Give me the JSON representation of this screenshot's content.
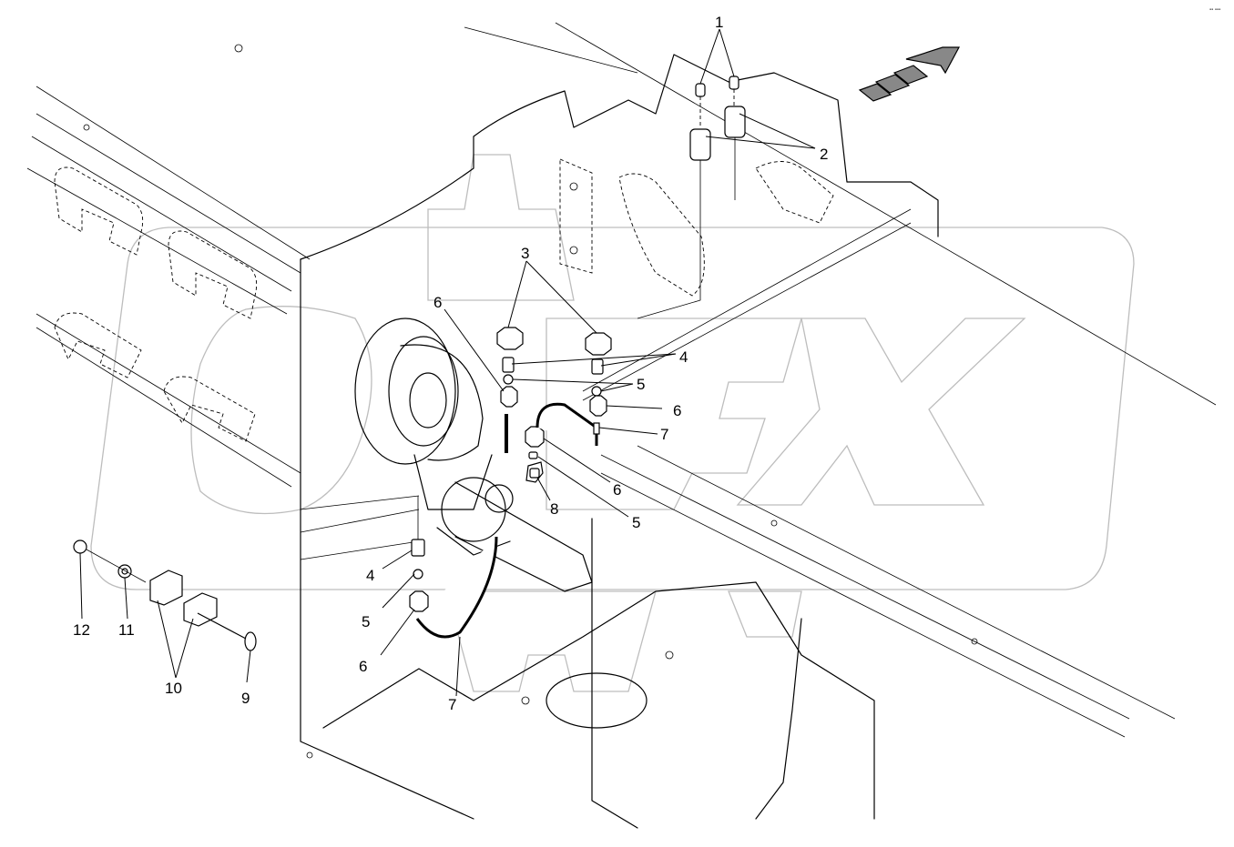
{
  "labels": {
    "l1": "1",
    "l2": "2",
    "l3": "3",
    "l4a": "4",
    "l4b": "4",
    "l5a": "5",
    "l5b": "5",
    "l5c": "5",
    "l6a": "6",
    "l6b": "6",
    "l6c": "6",
    "l6d": "6",
    "l7a": "7",
    "l7b": "7",
    "l8": "8",
    "l9": "9",
    "l10": "10",
    "l11": "11",
    "l12": "12"
  },
  "corner_mark": "▪▪ ▪▪▪"
}
